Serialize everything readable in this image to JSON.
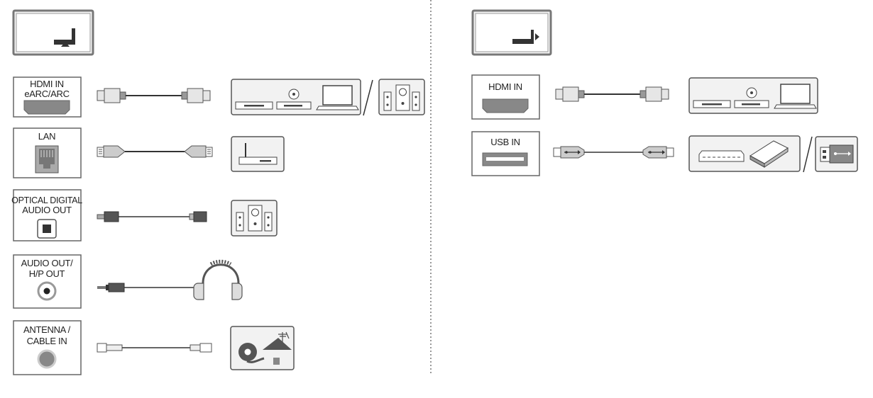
{
  "panels": {
    "left": {
      "tv_icon": "tv-rear-bottom-ports-icon",
      "ports": [
        {
          "label_lines": [
            "HDMI IN",
            "eARC/ARC"
          ],
          "cable": "hdmi-cable",
          "devices": [
            "blu-ray-player-icon",
            "dvd-player-icon",
            "laptop-icon",
            "speaker-system-icon"
          ]
        },
        {
          "label_lines": [
            "LAN"
          ],
          "cable": "lan-cable",
          "devices": [
            "router-icon"
          ]
        },
        {
          "label_lines": [
            "OPTICAL DIGITAL",
            "AUDIO OUT"
          ],
          "cable": "optical-cable",
          "devices": [
            "speaker-system-icon"
          ]
        },
        {
          "label_lines": [
            "AUDIO OUT/",
            "H/P OUT"
          ],
          "cable": "audio-jack-cable",
          "devices": [
            "headphones-icon"
          ]
        },
        {
          "label_lines": [
            "ANTENNA /",
            "CABLE IN"
          ],
          "cable": "coax-cable",
          "devices": [
            "antenna-wall-outlet-icon"
          ]
        }
      ]
    },
    "right": {
      "tv_icon": "tv-rear-side-ports-icon",
      "ports": [
        {
          "label_lines": [
            "HDMI IN"
          ],
          "cable": "hdmi-cable",
          "devices": [
            "blu-ray-player-icon",
            "dvd-player-icon",
            "laptop-icon"
          ]
        },
        {
          "label_lines": [
            "USB IN"
          ],
          "cable": "usb-cable",
          "devices": [
            "usb-hub-icon",
            "external-hard-drive-icon",
            "usb-flash-drive-icon"
          ]
        }
      ]
    }
  },
  "colors": {
    "stroke": "#555555",
    "box_fill": "#f2f2f2",
    "dark": "#444444",
    "port_gray": "#888888"
  }
}
